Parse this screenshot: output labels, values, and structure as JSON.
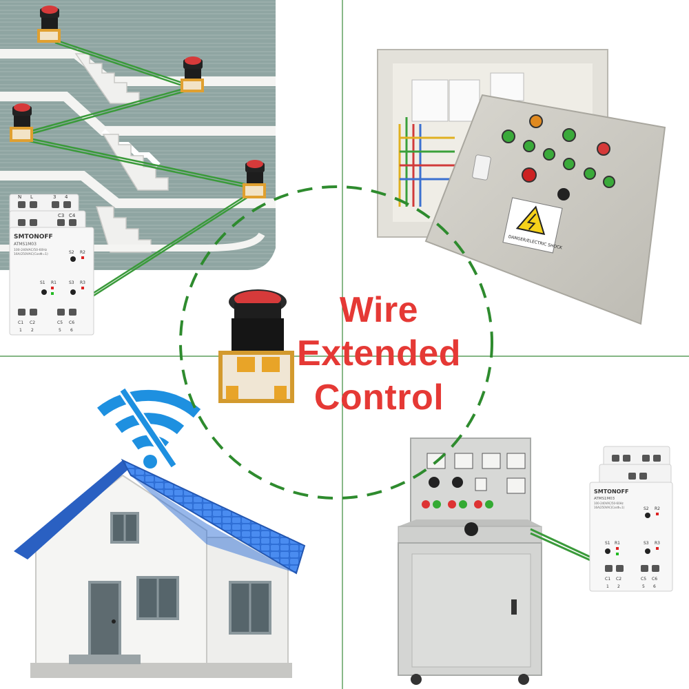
{
  "headline": {
    "line1": "Wire",
    "line2": "Extended",
    "line3": "Control"
  },
  "colors": {
    "headline": "#e53935",
    "dashed_circle": "#2e8b2e",
    "wire": "#3a9a3a",
    "divider": "#3a8a3a",
    "wifi_icon": "#1e90e0",
    "roof": "#2f6fd6"
  },
  "relay_module": {
    "brand": "SMTONOFF",
    "model": "ATMS1M03",
    "rating_1": "100-240VAC/50-60Hz",
    "rating_2": "16A/250VAC(CosΦ=1)",
    "terminals_top": [
      "N",
      "L",
      "3",
      "4"
    ],
    "terminals_mid": [
      "C3",
      "C4"
    ],
    "labels_switch": [
      "S2",
      "R2",
      "S1",
      "R1",
      "S3",
      "R3"
    ],
    "terminals_bottom": [
      "C1",
      "C2",
      "C5",
      "C6"
    ],
    "terminals_numbers": [
      "1",
      "2",
      "5",
      "6"
    ]
  },
  "warning_sign": {
    "text": "DANGER/ELECTRIC SHOCK"
  },
  "icons": [
    "wifi-off-icon",
    "push-button-icon",
    "lightning-warning-icon",
    "house-icon"
  ]
}
